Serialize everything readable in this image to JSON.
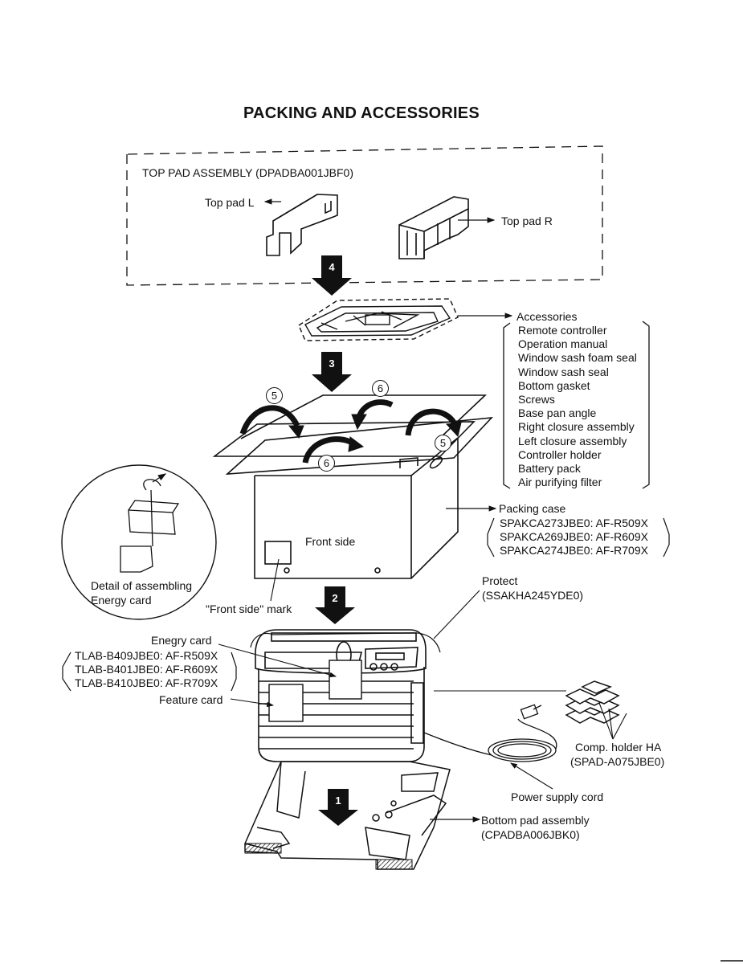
{
  "title": "PACKING AND ACCESSORIES",
  "top_pad": {
    "heading": "TOP PAD ASSEMBLY (DPADBA001JBF0)",
    "left_label": "Top pad L",
    "right_label": "Top pad R"
  },
  "steps": {
    "s1": "1",
    "s2": "2",
    "s3": "3",
    "s4": "4",
    "s5": "5",
    "s6": "6"
  },
  "accessories": {
    "heading": "Accessories",
    "items": [
      "Remote controller",
      "Operation manual",
      "Window sash foam seal",
      "Window sash seal",
      "Bottom gasket",
      "Screws",
      "Base pan angle",
      "Right closure assembly",
      "Left closure assembly",
      "Controller holder",
      "Battery pack",
      "Air purifying filter"
    ]
  },
  "packing_case": {
    "heading": "Packing case",
    "items": [
      "SPAKCA273JBE0: AF-R509X",
      "SPAKCA269JBE0: AF-R609X",
      "SPAKCA274JBE0: AF-R709X"
    ]
  },
  "front_side": "Front side",
  "front_side_mark": "\"Front side\" mark",
  "detail_label": [
    "Detail of assembling",
    "Energy card"
  ],
  "protect": {
    "heading": "Protect",
    "code": "(SSAKHA245YDE0)"
  },
  "energy_card": {
    "heading": "Enegry card",
    "items": [
      "TLAB-B409JBE0: AF-R509X",
      "TLAB-B401JBE0: AF-R609X",
      "TLAB-B410JBE0: AF-R709X"
    ]
  },
  "feature_card": "Feature card",
  "comp_holder": {
    "heading": "Comp. holder HA",
    "code": "(SPAD-A075JBE0)"
  },
  "power_cord": "Power supply cord",
  "bottom_pad": {
    "heading": "Bottom pad assembly",
    "code": "(CPADBA006JBK0)"
  }
}
